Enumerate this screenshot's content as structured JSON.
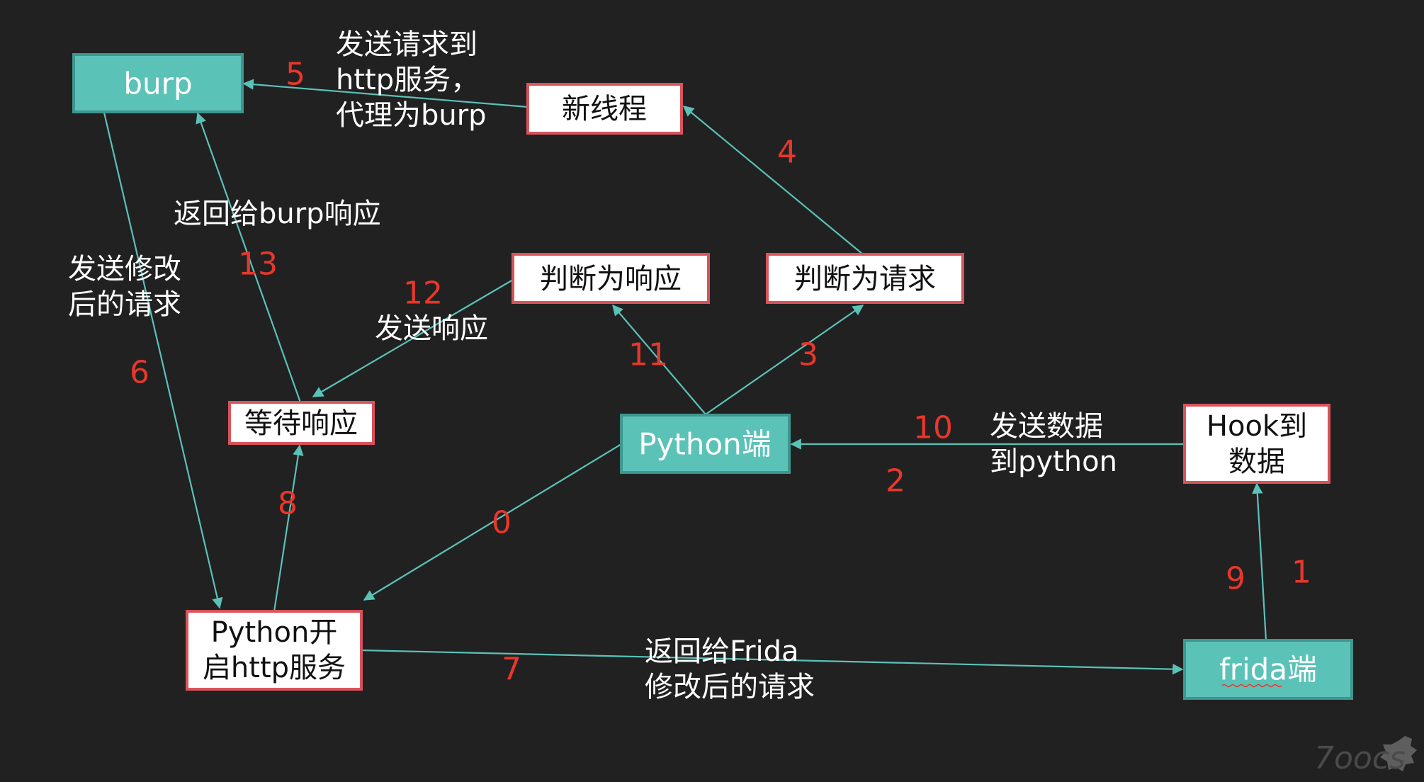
{
  "colors": {
    "background": "#212121",
    "teal": "#5bc2b8",
    "box_border_red": "#d9535b",
    "number_red": "#e8372c"
  },
  "nodes": {
    "burp": "burp",
    "new_thread": "新线程",
    "judge_response": "判断为响应",
    "judge_request": "判断为请求",
    "wait_response": "等待响应",
    "python_side": "Python端",
    "hook_data": [
      "Hook到",
      "数据"
    ],
    "python_http": [
      "Python开",
      "启http服务"
    ],
    "frida_side": "frida端"
  },
  "steps": {
    "s0": "0",
    "s1": "1",
    "s2": "2",
    "s3": "3",
    "s4": "4",
    "s5": "5",
    "s6": "6",
    "s7": "7",
    "s8": "8",
    "s9": "9",
    "s10": "10",
    "s11": "11",
    "s12": "12",
    "s13": "13"
  },
  "notes": {
    "send_to_http": [
      "发送请求到",
      "http服务，",
      "代理为burp"
    ],
    "return_to_burp": "返回给burp响应",
    "send_modified": [
      "发送修改",
      "后的请求"
    ],
    "send_response": "发送响应",
    "send_data": [
      "发送数据",
      "到python"
    ],
    "return_to_frida": [
      "返回给Frida",
      "修改后的请求"
    ]
  },
  "watermark": "7oocs"
}
